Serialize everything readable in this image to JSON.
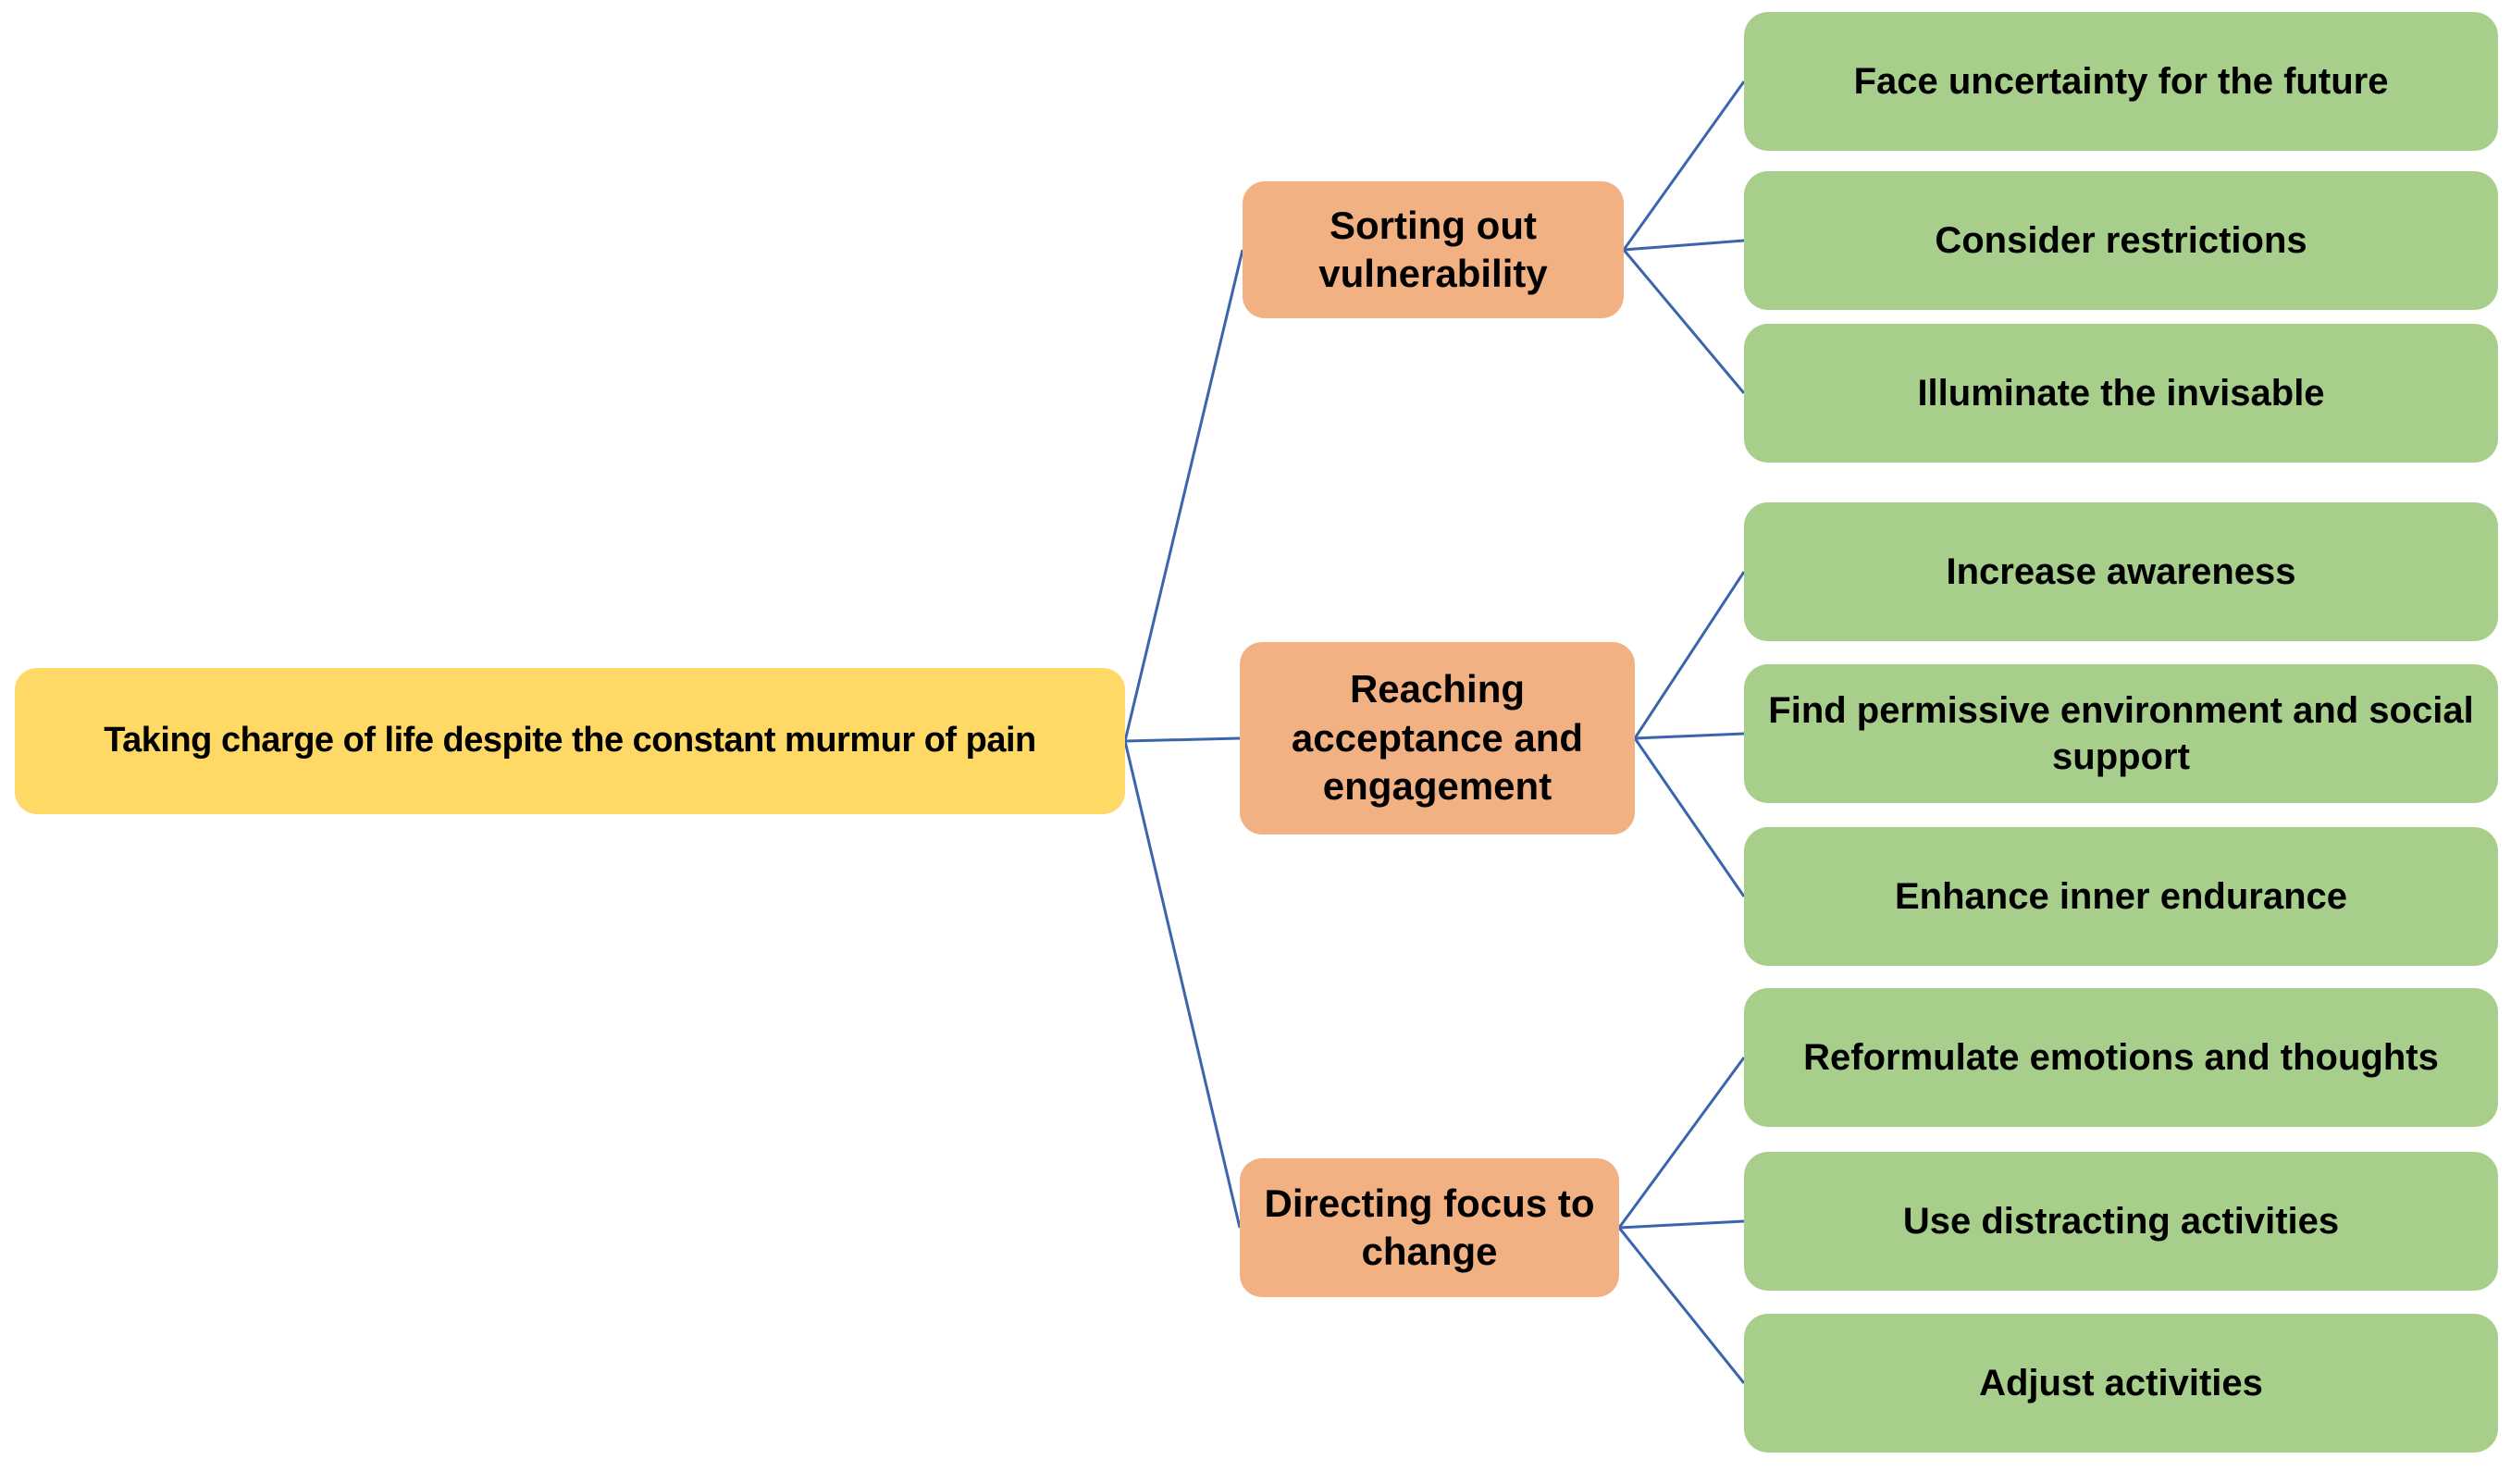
{
  "diagram": {
    "type": "mind-map",
    "root": {
      "label": "Taking charge of life despite the constant murmur of pain"
    },
    "branches": [
      {
        "label": "Sorting out\nvulnerability",
        "children": [
          "Face uncertainty for the future",
          "Consider restrictions",
          "Illuminate the invisable"
        ]
      },
      {
        "label": "Reaching\nacceptance and\nengagement",
        "children": [
          "Increase awareness",
          "Find permissive environment and social\nsupport",
          "Enhance inner endurance"
        ]
      },
      {
        "label": "Directing focus to\nchange",
        "children": [
          "Reformulate emotions and thoughts",
          "Use distracting activities",
          "Adjust activities"
        ]
      }
    ],
    "colors": {
      "background": "#FFFFFF",
      "root": "#FFD966",
      "branch": "#F2B183",
      "leaf": "#A7CF8B",
      "connector": "#3A65AC",
      "text": "#000000"
    }
  }
}
